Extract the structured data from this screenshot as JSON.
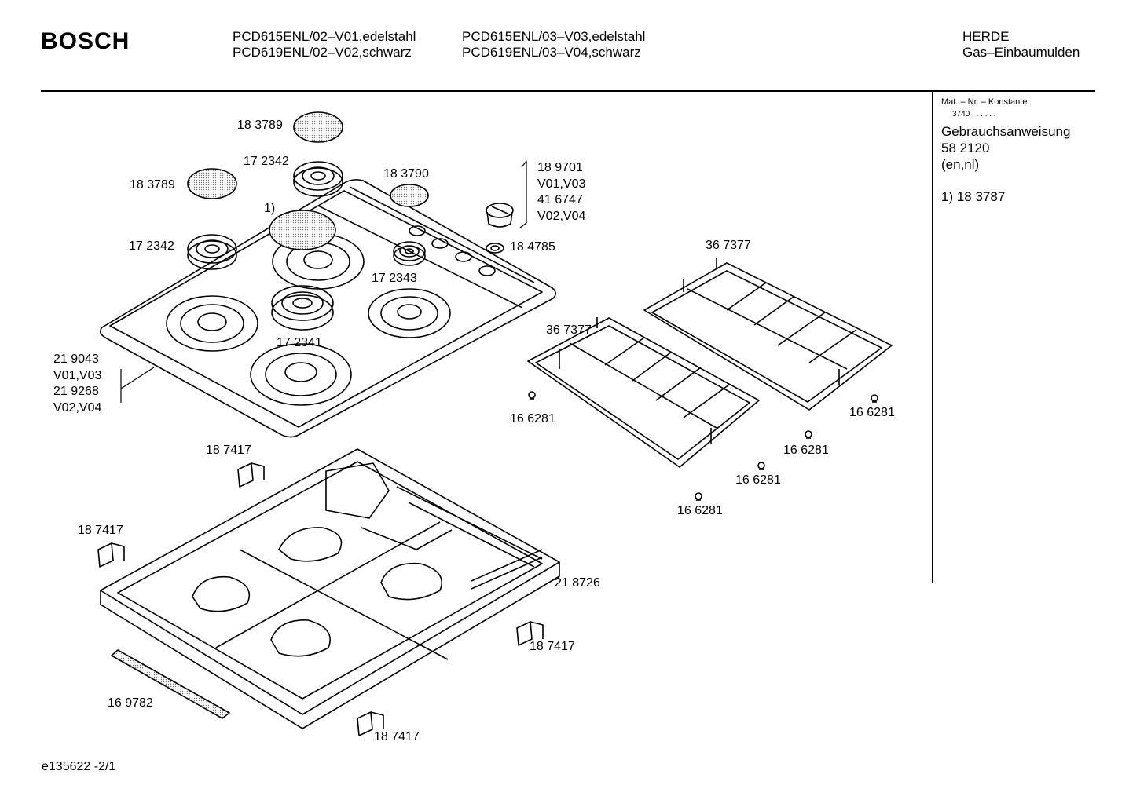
{
  "header": {
    "brand": "BOSCH",
    "models_col1": [
      "PCD615ENL/02–V01,edelstahl",
      "PCD619ENL/02–V02,schwarz"
    ],
    "models_col2": [
      "PCD615ENL/03–V03,edelstahl",
      "PCD619ENL/03–V04,schwarz"
    ],
    "category": [
      "HERDE",
      "Gas–Einbaumulden"
    ]
  },
  "sidebar": {
    "mat_nr_label": "Mat. – Nr. – Konstante",
    "mat_nr_value": "3740  .  .   .  .  .  .",
    "manual_title": "Gebrauchsanweisung",
    "manual_number": "58 2120",
    "manual_lang": "(en,nl)",
    "footnote": "1)  18 3787"
  },
  "parts": {
    "cap_top": "18 3789",
    "burner_top": "17 2342",
    "cap_left": "18 3789",
    "cap_right": "18 3790",
    "footnote_ref": "1)",
    "burner_left": "17 2342",
    "knob": [
      "18 9701",
      "V01,V03",
      "41 6747",
      "V02,V04"
    ],
    "knob_ring": "18 4785",
    "burner_small": "17 2343",
    "burner_large": "17 2341",
    "hob_top": [
      "21 9043",
      "V01,V03",
      "21 9268",
      "V02,V04"
    ],
    "grid_right": "36 7377",
    "grid_left": "36 7377",
    "foot_1": "16 6281",
    "foot_2": "16 6281",
    "foot_3": "16 6281",
    "foot_4": "16 6281",
    "foot_5": "16 6281",
    "clip_1": "18 7417",
    "clip_2": "18 7417",
    "clip_3": "18 7417",
    "clip_4": "18 7417",
    "trough": "21 8726",
    "seal": "16 9782"
  },
  "footer": {
    "doc_id": "e135622  -2/1"
  }
}
